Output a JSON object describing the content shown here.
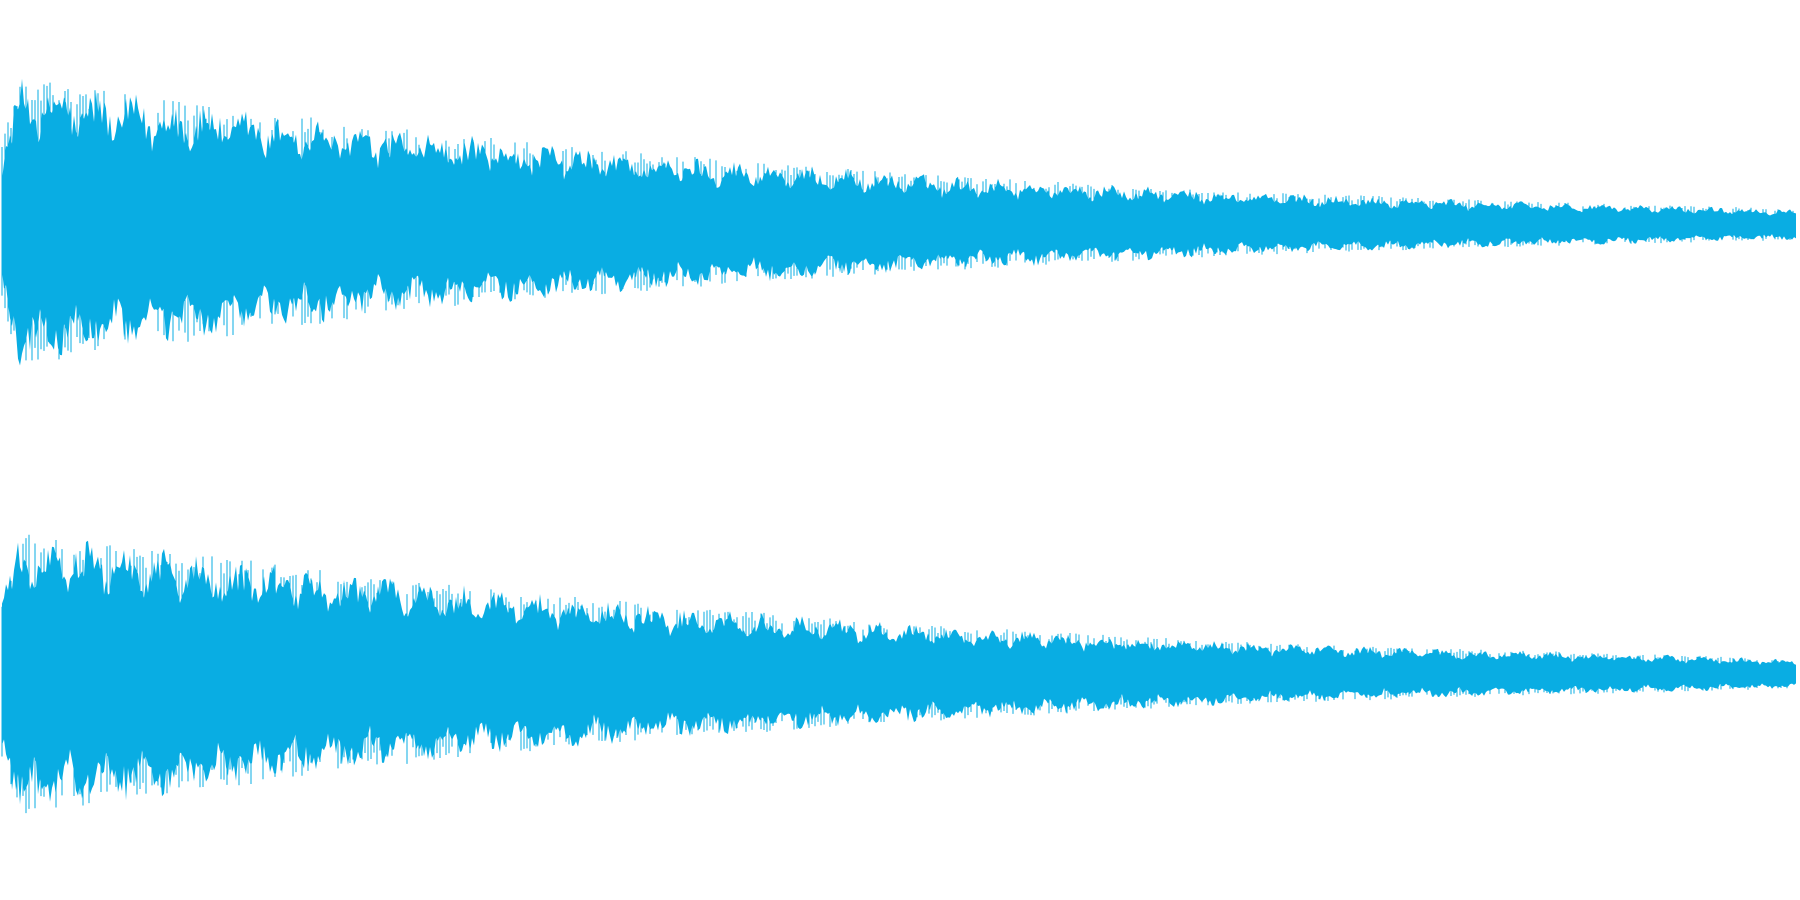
{
  "chart_data": {
    "type": "area",
    "title": "",
    "xlabel": "",
    "ylabel": "",
    "grid": false,
    "legend": "none",
    "x_range": [
      0,
      1
    ],
    "y_range": [
      -1,
      1
    ],
    "series": [
      {
        "channel": "left",
        "color": "#09ADE3",
        "envelope": {
          "x": [
            0,
            0.01,
            0.05,
            0.1,
            0.2,
            0.3,
            0.4,
            0.5,
            0.6,
            0.7,
            0.8,
            0.9,
            1.0
          ],
          "upper": [
            0.56,
            0.98,
            0.92,
            0.84,
            0.67,
            0.55,
            0.44,
            0.35,
            0.28,
            0.22,
            0.18,
            0.14,
            0.11
          ],
          "lower": [
            -0.56,
            -0.95,
            -0.86,
            -0.79,
            -0.62,
            -0.5,
            -0.4,
            -0.32,
            -0.26,
            -0.2,
            -0.16,
            -0.13,
            -0.1
          ]
        }
      },
      {
        "channel": "right",
        "color": "#09ADE3",
        "envelope": {
          "x": [
            0,
            0.01,
            0.05,
            0.1,
            0.2,
            0.3,
            0.4,
            0.5,
            0.6,
            0.7,
            0.8,
            0.9,
            1.0
          ],
          "upper": [
            0.54,
            0.96,
            0.9,
            0.82,
            0.66,
            0.54,
            0.43,
            0.34,
            0.27,
            0.21,
            0.17,
            0.14,
            0.1
          ],
          "lower": [
            -0.55,
            -0.97,
            -0.88,
            -0.8,
            -0.63,
            -0.51,
            -0.41,
            -0.33,
            -0.26,
            -0.2,
            -0.16,
            -0.13,
            -0.1
          ]
        }
      }
    ]
  }
}
